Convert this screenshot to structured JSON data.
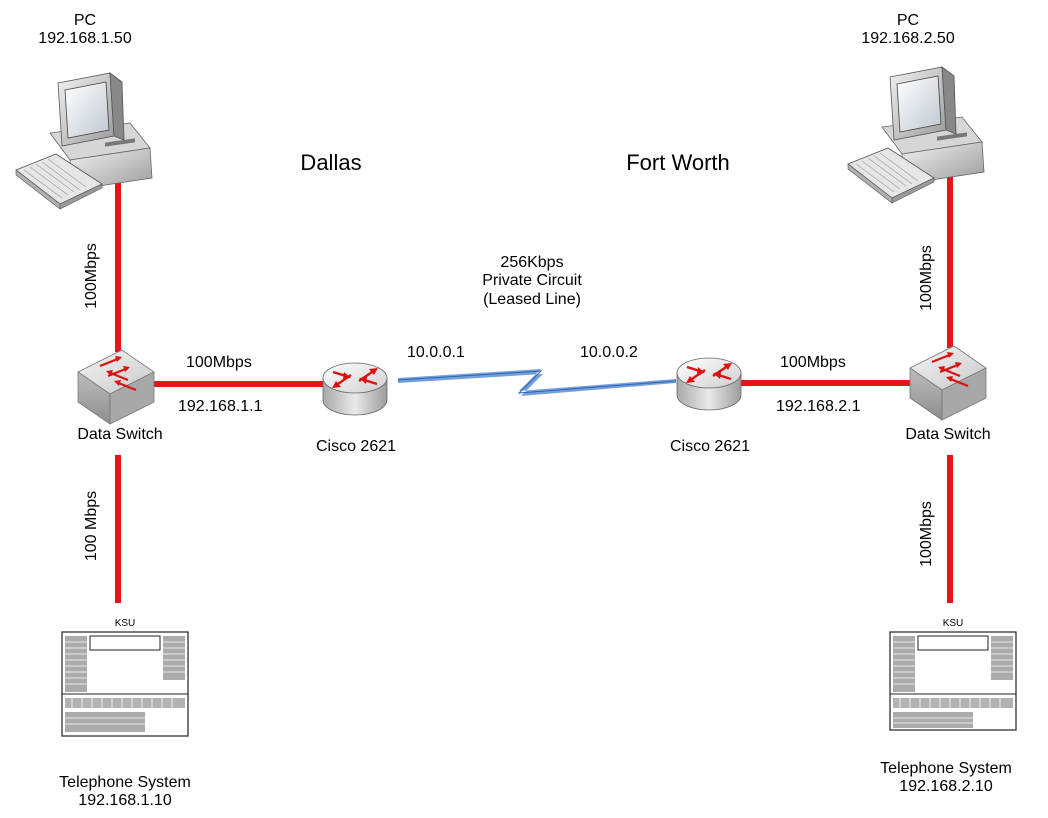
{
  "sites": {
    "left": "Dallas",
    "right": "Fort Worth"
  },
  "pcs": {
    "left": {
      "name": "PC",
      "ip": "192.168.1.50"
    },
    "right": {
      "name": "PC",
      "ip": "192.168.2.50"
    }
  },
  "switches": {
    "left": {
      "name": "Data Switch"
    },
    "right": {
      "name": "Data Switch"
    }
  },
  "routers": {
    "left": {
      "name": "Cisco 2621",
      "wan_ip": "10.0.0.1"
    },
    "right": {
      "name": "Cisco 2621",
      "wan_ip": "10.0.0.2"
    }
  },
  "phone_systems": {
    "left": {
      "name": "Telephone System",
      "ip": "192.168.1.10",
      "tag": "KSU"
    },
    "right": {
      "name": "Telephone System",
      "ip": "192.168.2.10",
      "tag": "KSU"
    }
  },
  "links": {
    "left_pc_switch": "100Mbps",
    "left_switch_router": "100Mbps",
    "left_switch_router_ip": "192.168.1.1",
    "left_switch_phone": "100 Mbps",
    "right_pc_switch": "100Mbps",
    "right_switch_router": "100Mbps",
    "right_switch_router_ip": "192.168.2.1",
    "right_switch_phone": "100Mbps",
    "wan_speed": "256Kbps",
    "wan_type": "Private Circuit",
    "wan_type_note": "(Leased Line)"
  },
  "colors": {
    "link_red": "#e8141c",
    "wan_blue": "#5b8fd6"
  }
}
